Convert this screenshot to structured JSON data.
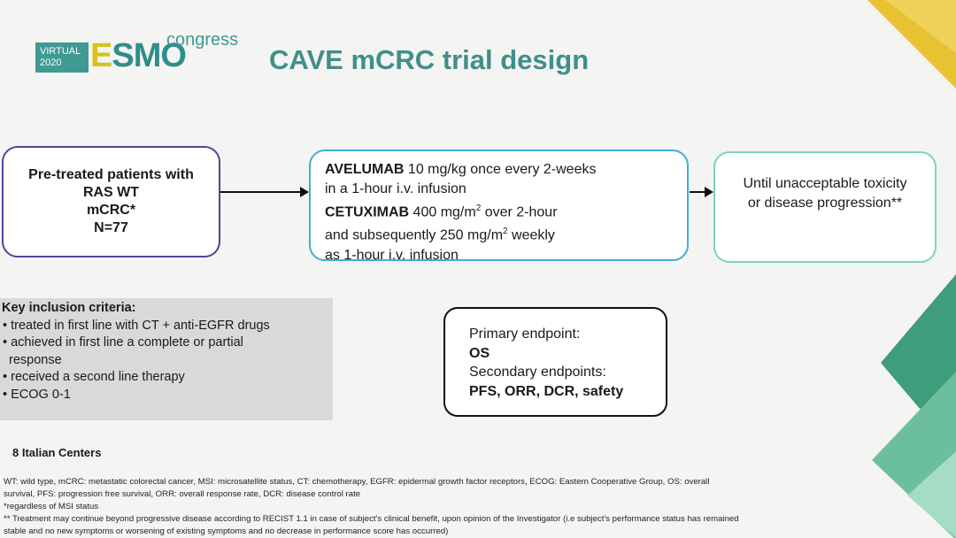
{
  "logo": {
    "virtual": "VIRTUAL",
    "year": "2020",
    "esmo_e": "E",
    "esmo_rest": "SMO",
    "congress": "congress"
  },
  "title": "CAVE mCRC trial design",
  "population_box": {
    "lines": [
      "Pre-treated patients with",
      "RAS WT",
      "mCRC*",
      "N=77"
    ]
  },
  "treatment_box": {
    "drug1_name": "AVELUMAB",
    "drug1_text": " 10 mg/kg  once every 2-weeks",
    "line2": "in a 1-hour i.v. infusion",
    "drug2_name": "CETUXIMAB",
    "drug2_text_a": " 400 mg/m",
    "sup1": "2",
    "drug2_text_b": " over 2-hour",
    "line4_a": "and subsequently 250 mg/m",
    "sup2": "2",
    "line4_b": " weekly",
    "line5": "as 1-hour i.v. infusion"
  },
  "outcome_box": {
    "lines": [
      "Until unacceptable toxicity",
      "or disease progression**"
    ]
  },
  "criteria": {
    "heading": "Key inclusion criteria:",
    "items": [
      "treated in first line with CT + anti-EGFR drugs",
      "achieved in first line a complete or partial response",
      "received a second line therapy",
      "ECOG 0-1"
    ]
  },
  "endpoints": {
    "primary_label": "Primary endpoint:",
    "primary_value": "OS",
    "secondary_label": "Secondary endpoints:",
    "secondary_value": "PFS, ORR, DCR, safety"
  },
  "centers": "8 Italian Centers",
  "footnotes": [
    "WT: wild type, mCRC: metastatic colorectal cancer, MSI: microsatellite status, CT: chemotherapy, EGFR: epidermal growth factor receptors, ECOG: Eastern Cooperative Group, OS: overall",
    "survival, PFS: progression free survival, ORR: overall response rate, DCR: disease control rate",
    "*regardless of MSI status",
    "** Treatment may continue beyond progressive disease according to RECIST 1.1 in case of subject's clinical benefit, upon opinion of the Investigator (i.e subject's performance status has remained",
    "stable and no new symptoms or worsening of existing symptoms and no decrease in performance score has occurred)"
  ],
  "colors": {
    "teal": "#3f8f8a",
    "purple": "#5b3f9a",
    "blue": "#3fb0d2",
    "mint": "#7ed3b8",
    "yellow": "#e8c233"
  }
}
